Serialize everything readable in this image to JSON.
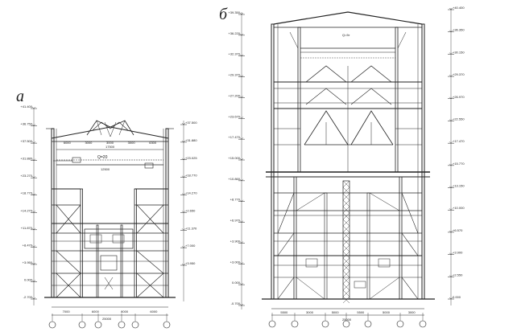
{
  "drawing_a": {
    "label": "а",
    "elevations_left": [
      "+41.400",
      "+36.750",
      "+37.500",
      "+31.880",
      "+23.270",
      "+18.770",
      "+14.270",
      "+11.870",
      "+8.470",
      "+3.950",
      "0.000",
      "-2.700"
    ],
    "elevations_right": [
      "+37.500",
      "+31.880",
      "+23.025",
      "+18.770",
      "+14.270",
      "+2.650",
      "+11.370",
      "+7.000",
      "+3.950"
    ],
    "crane_label": "Q=20",
    "bottom_dims": [
      "7000",
      "6000",
      "8000",
      "6000"
    ],
    "bottom_total": "25000",
    "top_dims": [
      "6000",
      "3000",
      "3000",
      "3000",
      "6300"
    ],
    "top_total": "17500",
    "span_total": "12500"
  },
  "drawing_b": {
    "label": "б",
    "elevations_left": [
      "+39.350",
      "+36.220",
      "+32.370",
      "+29.370",
      "+27.200",
      "+23.670",
      "+17.470",
      "+15.000",
      "+10.860",
      "+8.770",
      "+6.970",
      "+3.900",
      "+3.000",
      "0.000",
      "-0.700"
    ],
    "elevations_right": [
      "+40.400",
      "+36.350",
      "+30.150",
      "+29.370",
      "+26.970",
      "+22.550",
      "+17.470",
      "+15.770",
      "+13.150",
      "+10.000",
      "+6.570",
      "+3.900",
      "+2.550",
      "0.000"
    ],
    "crane_label": "Q=5т",
    "bottom_dims": [
      "5500",
      "3000",
      "5000",
      "5500",
      "5000",
      "3000"
    ],
    "bottom_total": "25000"
  }
}
